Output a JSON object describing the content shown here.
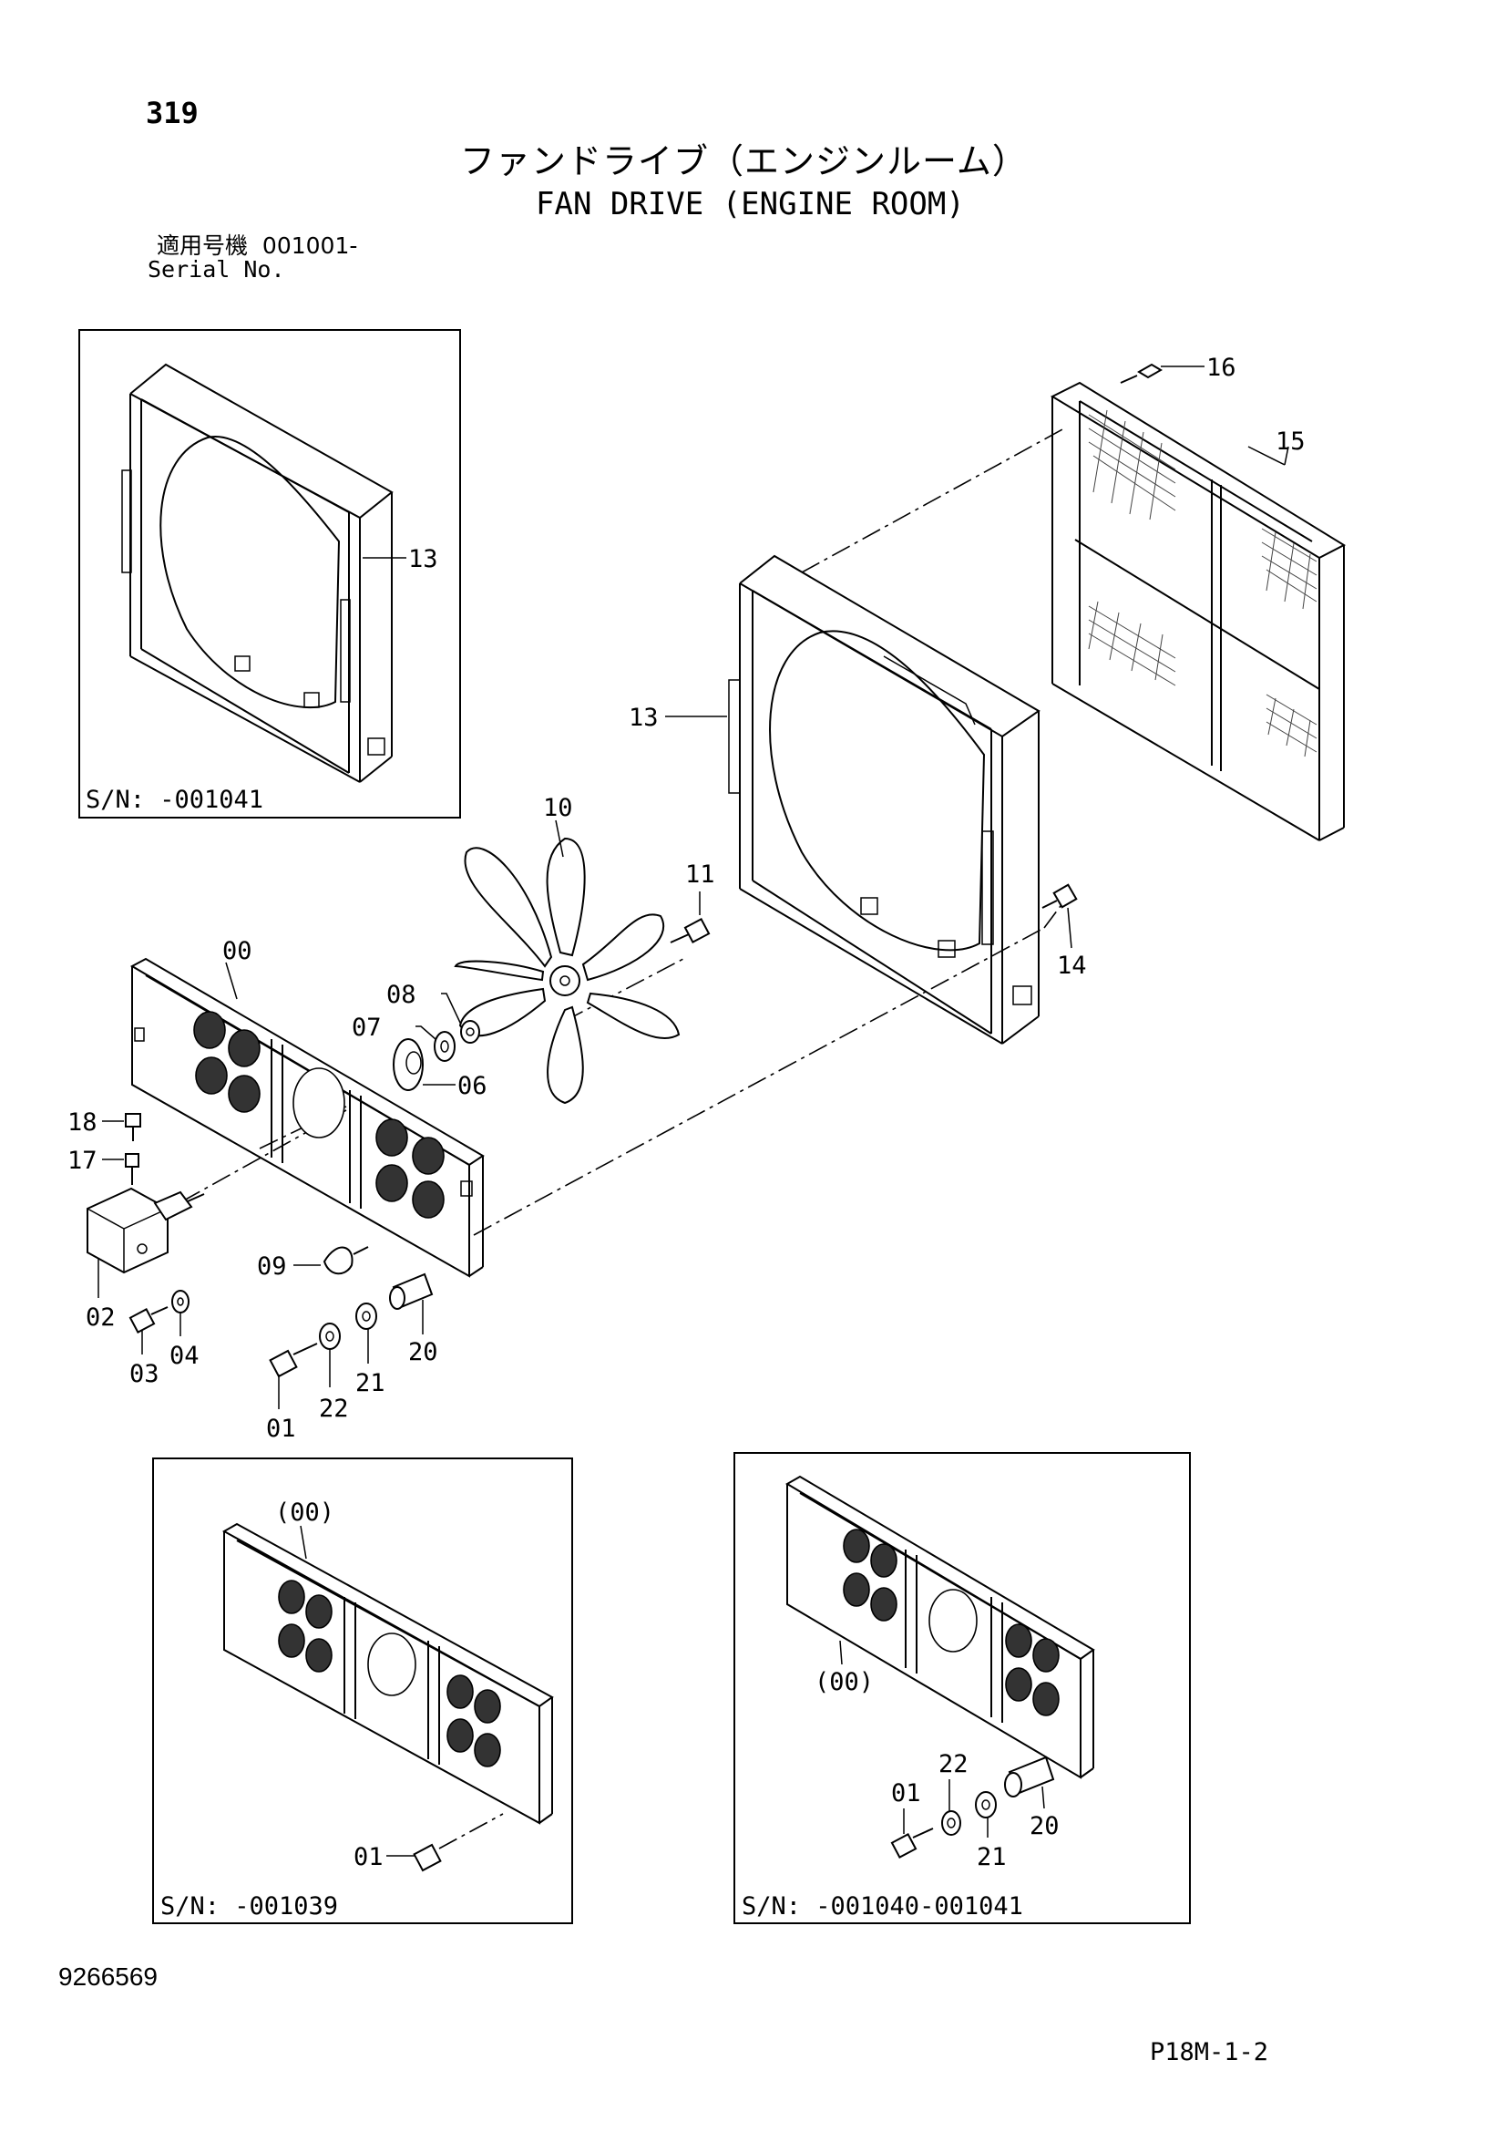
{
  "header": {
    "page_number": "319",
    "title_jp": "ファンドライブ（エンジンルーム）",
    "title_en": "FAN DRIVE (ENGINE ROOM)",
    "serial_label_jp": "適用号機",
    "serial_value": "001001-",
    "serial_label_en": "Serial No."
  },
  "callouts": {
    "c00": "00",
    "c01": "01",
    "c02": "02",
    "c03": "03",
    "c04": "04",
    "c06": "06",
    "c07": "07",
    "c08": "08",
    "c09": "09",
    "c10": "10",
    "c11": "11",
    "c13": "13",
    "c14": "14",
    "c15": "15",
    "c16": "16",
    "c17": "17",
    "c18": "18",
    "c20": "20",
    "c21": "21",
    "c22": "22"
  },
  "insets": {
    "top_left": {
      "serial": "S/N: -001041",
      "callout": "13"
    },
    "bottom_left": {
      "serial": "S/N: -001039",
      "callout_assembly": "(00)",
      "callout_bolt": "01"
    },
    "bottom_right": {
      "serial": "S/N: -001040-001041",
      "callout_assembly": "(00)",
      "callout_bolt": "01",
      "callout_washer_22": "22",
      "callout_washer_21": "21",
      "callout_spacer": "20"
    }
  },
  "footer": {
    "doc_number": "9266569",
    "page_code": "P18M-1-2"
  }
}
